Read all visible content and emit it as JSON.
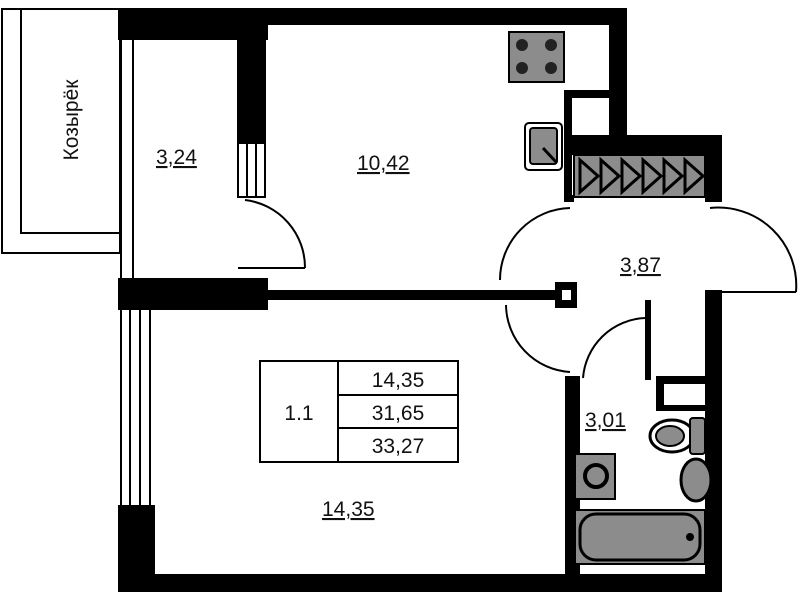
{
  "plan": {
    "canopy_label": "Козырёк",
    "rooms": {
      "balcony": "3,24",
      "kitchen": "10,42",
      "hall": "3,87",
      "bathroom": "3,01",
      "living_room": "14,35"
    },
    "summary": {
      "apartment_type": "1.1",
      "living_area": "14,35",
      "total_area": "31,65",
      "total_area_with_balcony": "33,27"
    }
  },
  "colors": {
    "wall": "#000000",
    "fixture": "#8c8c8c",
    "background": "#ffffff"
  }
}
